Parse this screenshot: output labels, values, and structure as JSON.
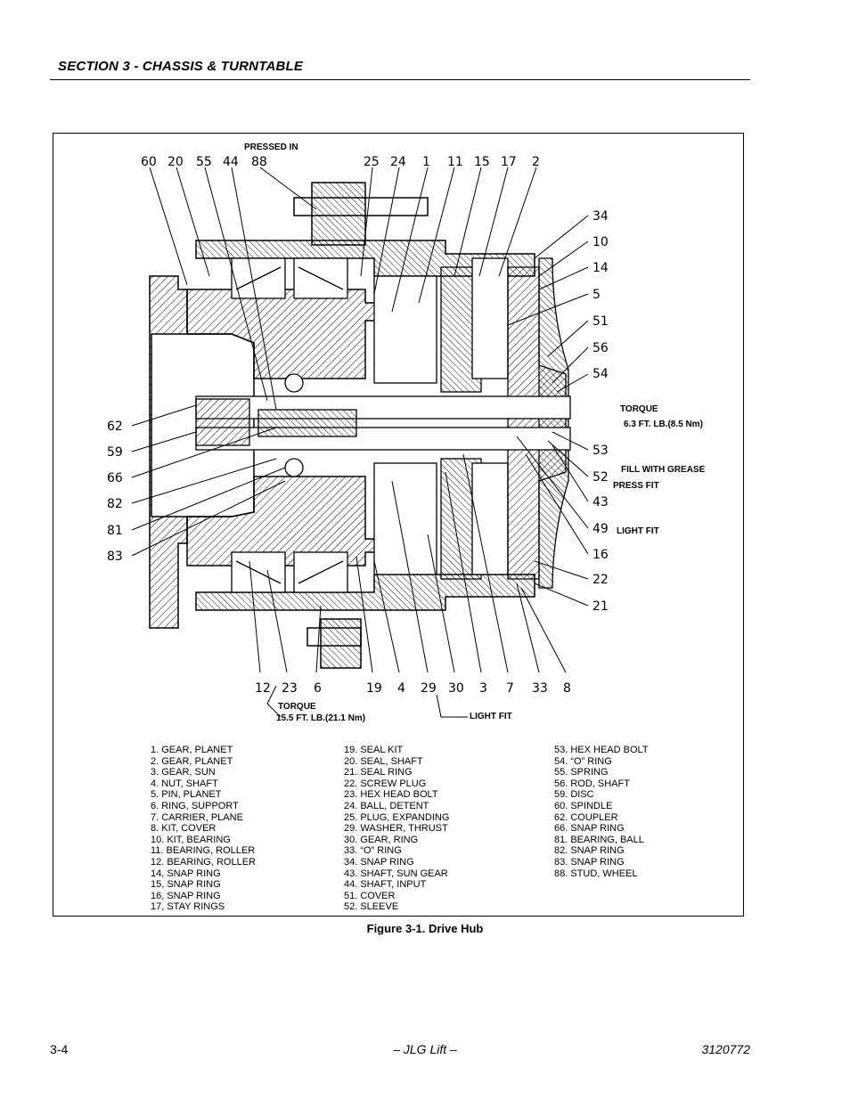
{
  "header": {
    "section_title": "SECTION 3 - CHASSIS & TURNTABLE"
  },
  "figure": {
    "caption": "Figure 3-1.  Drive Hub",
    "callouts_top": [
      "60",
      "20",
      "55",
      "44",
      "88",
      "25",
      "24",
      "1",
      "11",
      "15",
      "17",
      "2"
    ],
    "callouts_right": [
      "34",
      "10",
      "14",
      "5",
      "51",
      "56",
      "54",
      "53",
      "52",
      "43",
      "49",
      "16",
      "22",
      "21"
    ],
    "callouts_left": [
      "62",
      "59",
      "66",
      "82",
      "81",
      "83"
    ],
    "callouts_bottom": [
      "12",
      "23",
      "6",
      "19",
      "4",
      "29",
      "30",
      "3",
      "7",
      "33",
      "8"
    ],
    "notes": {
      "pressed_in": "PRESSED IN",
      "torque_top": "TORQUE",
      "torque_top_value": "6.3 FT. LB.(8.5 Nm)",
      "fill_with_grease": "FILL WITH GREASE",
      "press_fit": "PRESS FIT",
      "light_fit_right": "LIGHT FIT",
      "torque_bottom": "TORQUE",
      "torque_bottom_value": "15.5 FT. LB.(21.1 Nm)",
      "light_fit_bottom": "LIGHT FIT"
    },
    "legend": {
      "col1": [
        "1.   GEAR, PLANET",
        "2.   GEAR, PLANET",
        "3.   GEAR, SUN",
        "4.   NUT, SHAFT",
        "5.   PIN, PLANET",
        "6.   RING, SUPPORT",
        "7.   CARRIER, PLANE",
        "8.   KIT, COVER",
        "10. KIT, BEARING",
        "11. BEARING, ROLLER",
        "12. BEARING, ROLLER",
        "14, SNAP RING",
        "15, SNAP RING",
        "16, SNAP RING",
        "17, STAY RINGS"
      ],
      "col2": [
        "19. SEAL KIT",
        "20. SEAL, SHAFT",
        "21. SEAL RING",
        "22. SCREW PLUG",
        "23. HEX HEAD BOLT",
        "24. BALL, DETENT",
        "25. PLUG, EXPANDING",
        "29. WASHER, THRUST",
        "30. GEAR, RING",
        "33. “O” RING",
        "34. SNAP RING",
        "43. SHAFT, SUN GEAR",
        "44. SHAFT, INPUT",
        "51. COVER",
        "52. SLEEVE"
      ],
      "col3": [
        "53. HEX HEAD BOLT",
        "54. “O” RING",
        "55. SPRING",
        "56. ROD, SHAFT",
        "59. DISC",
        "60. SPINDLE",
        "62. COUPLER",
        "66. SNAP RING",
        "81. BEARING, BALL",
        "82. SNAP RING",
        "83. SNAP RING",
        "88. STUD, WHEEL"
      ]
    }
  },
  "footer": {
    "page_number": "3-4",
    "publisher": "– JLG Lift –",
    "doc_number": "3120772"
  }
}
